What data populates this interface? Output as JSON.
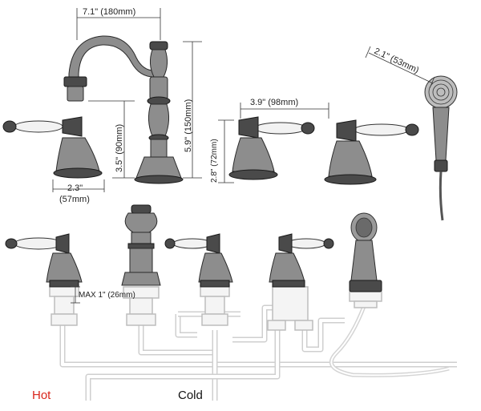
{
  "dimensions": {
    "spout_width": "7.1\" (180mm)",
    "faucet_height": "5.9\" (150mm)",
    "spout_clearance": "3.5\" (90mm)",
    "handle_spacing": "3.9\" (98mm)",
    "handle_height": "2.8\" (72mm)",
    "base_width_in": "2.3\"",
    "base_width_mm": "(57mm)",
    "shower_head_diameter": "2.1\" (53mm)",
    "max_deck_thickness": "MAX 1\" (26mm)"
  },
  "labels": {
    "hot": "Hot",
    "cold": "Cold"
  },
  "colors": {
    "hot": "#d9261c",
    "cold": "#111111",
    "metal": "#8d8d8d",
    "pipe": "#cfcfcf"
  }
}
